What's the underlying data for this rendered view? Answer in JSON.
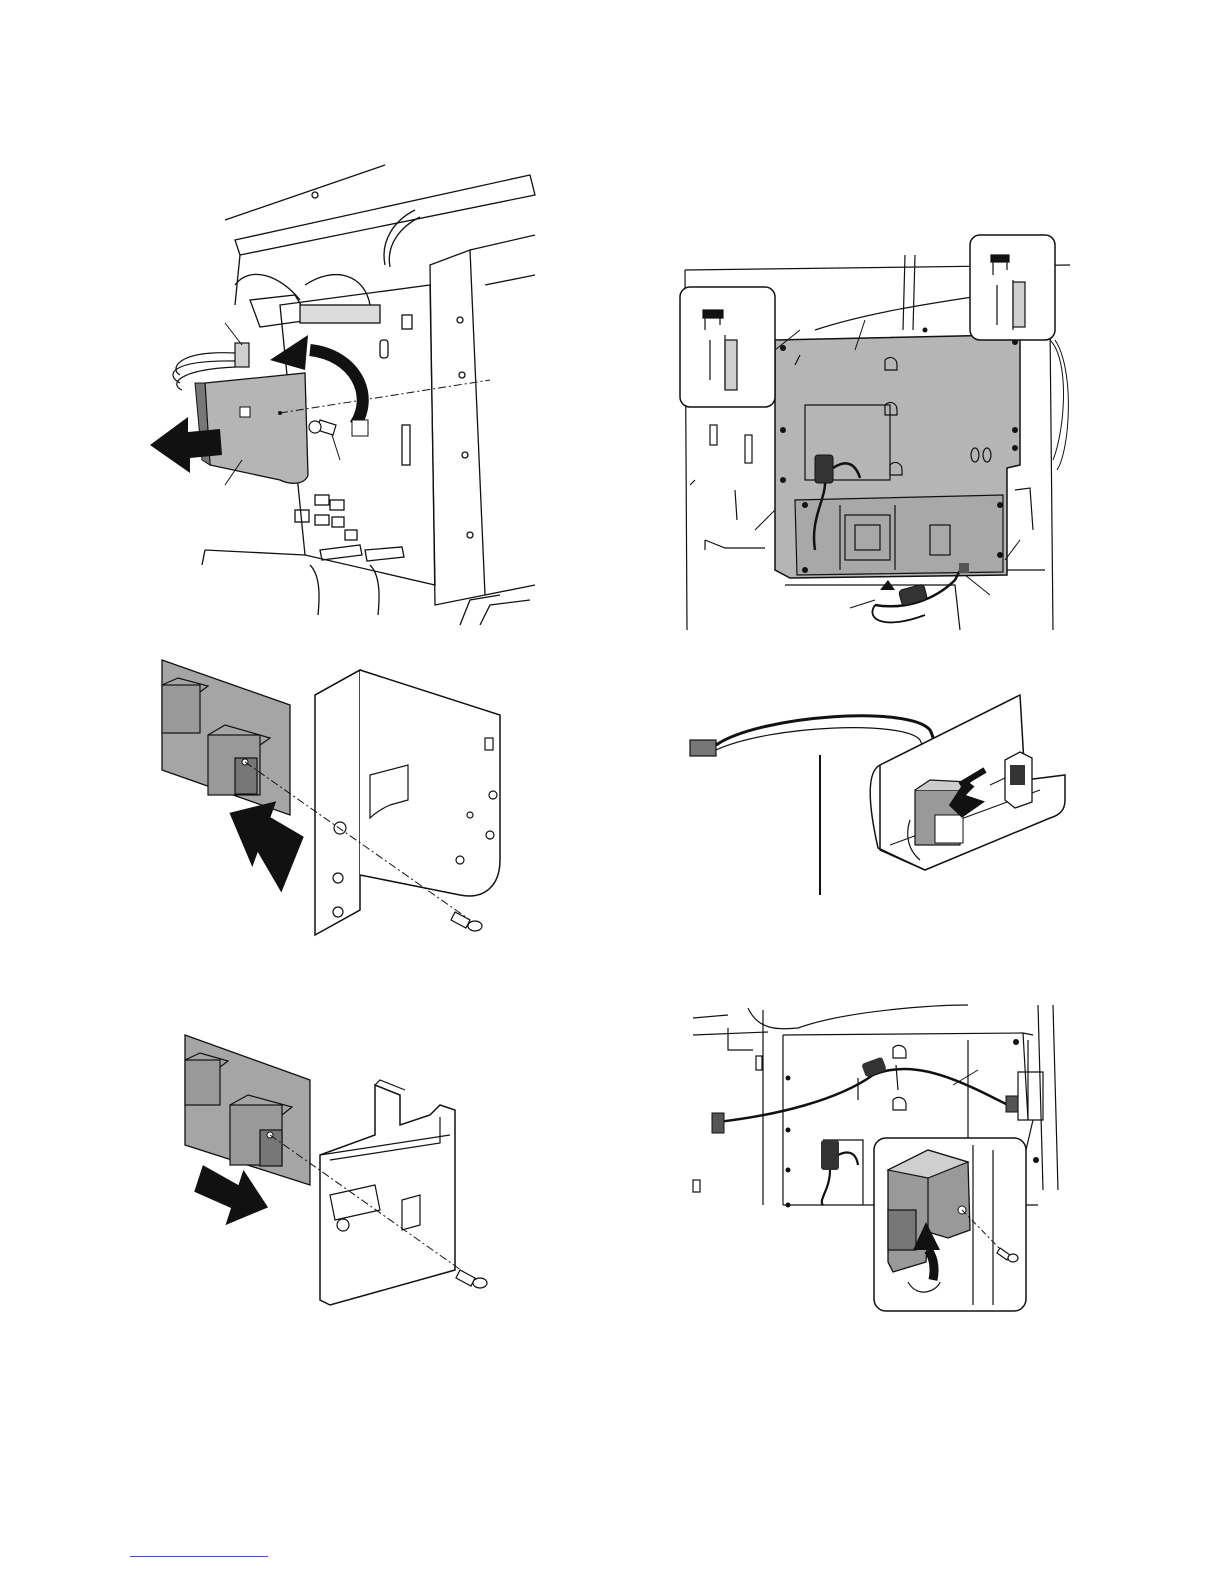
{
  "page": {
    "footer_rule_color": "#3a55c8"
  },
  "figures": [
    {
      "id": "fig-1",
      "description_icon": "board-unit-removal"
    },
    {
      "id": "fig-2",
      "description_icon": "main-panel-overview"
    },
    {
      "id": "fig-3",
      "description_icon": "board-bracket-separation"
    },
    {
      "id": "fig-4",
      "description_icon": "connector-insertion"
    },
    {
      "id": "fig-5",
      "description_icon": "board-bracket-reassembly"
    },
    {
      "id": "fig-6",
      "description_icon": "harness-routing-bracket-install"
    }
  ],
  "colors": {
    "line": "#111111",
    "panel_fill": "#b5b5b5",
    "dark_fill": "#777777",
    "arrow_fill": "#111111"
  }
}
